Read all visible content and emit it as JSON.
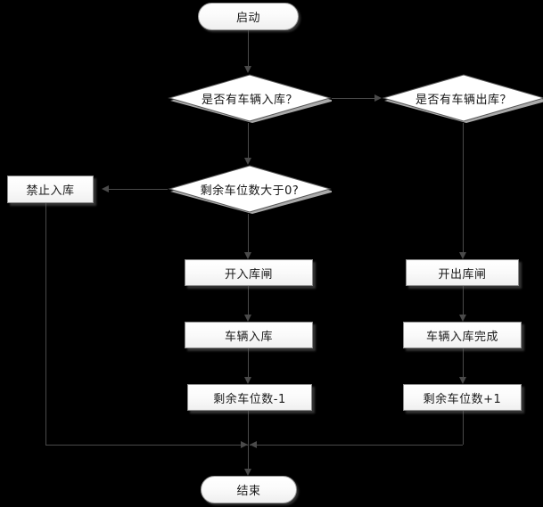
{
  "diagram": {
    "type": "flowchart",
    "language": "zh-CN",
    "background_color": "#000000",
    "node_fill_color": "#f7f7f7",
    "node_border_color": "#8c8c8c",
    "connector_color": "#4a4a4a",
    "nodes": {
      "start": {
        "label": "启动",
        "shape": "terminator"
      },
      "decision_entry": {
        "label": "是否有车辆入库？",
        "shape": "decision"
      },
      "decision_exit": {
        "label": "是否有车辆出库？",
        "shape": "decision"
      },
      "decision_slots": {
        "label": "剩余车位数大于0?",
        "shape": "decision"
      },
      "forbid_entry": {
        "label": "禁止入库",
        "shape": "process"
      },
      "open_entry_gate": {
        "label": "开入库闸",
        "shape": "process"
      },
      "vehicle_enter": {
        "label": "车辆入库",
        "shape": "process"
      },
      "slots_minus_one": {
        "label": "剩余车位数-1",
        "shape": "process"
      },
      "open_exit_gate": {
        "label": "开出库闸",
        "shape": "process"
      },
      "vehicle_enter_done": {
        "label": "车辆入库完成",
        "shape": "process"
      },
      "slots_plus_one": {
        "label": "剩余车位数+1",
        "shape": "process"
      },
      "end": {
        "label": "结束",
        "shape": "terminator"
      }
    }
  }
}
